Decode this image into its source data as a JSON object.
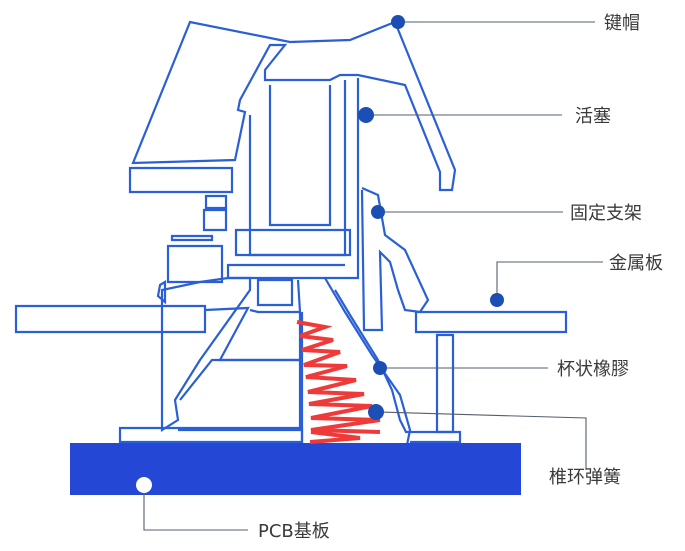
{
  "diagram": {
    "labels": {
      "keycap": "键帽",
      "plunger": "活塞",
      "stabilizer": "固定支架",
      "metal_plate": "金属板",
      "rubber_cup": "杯状橡膠",
      "conical_spring": "椎环弹簧",
      "pcb": "PCB基板"
    },
    "colors": {
      "outline": "#2a5fd6",
      "marker": "#1b4fb3",
      "pcb_fill": "#2447d6",
      "spring": "#ef3a3a",
      "leader": "#555e6b",
      "text": "#3a3a3a"
    }
  }
}
